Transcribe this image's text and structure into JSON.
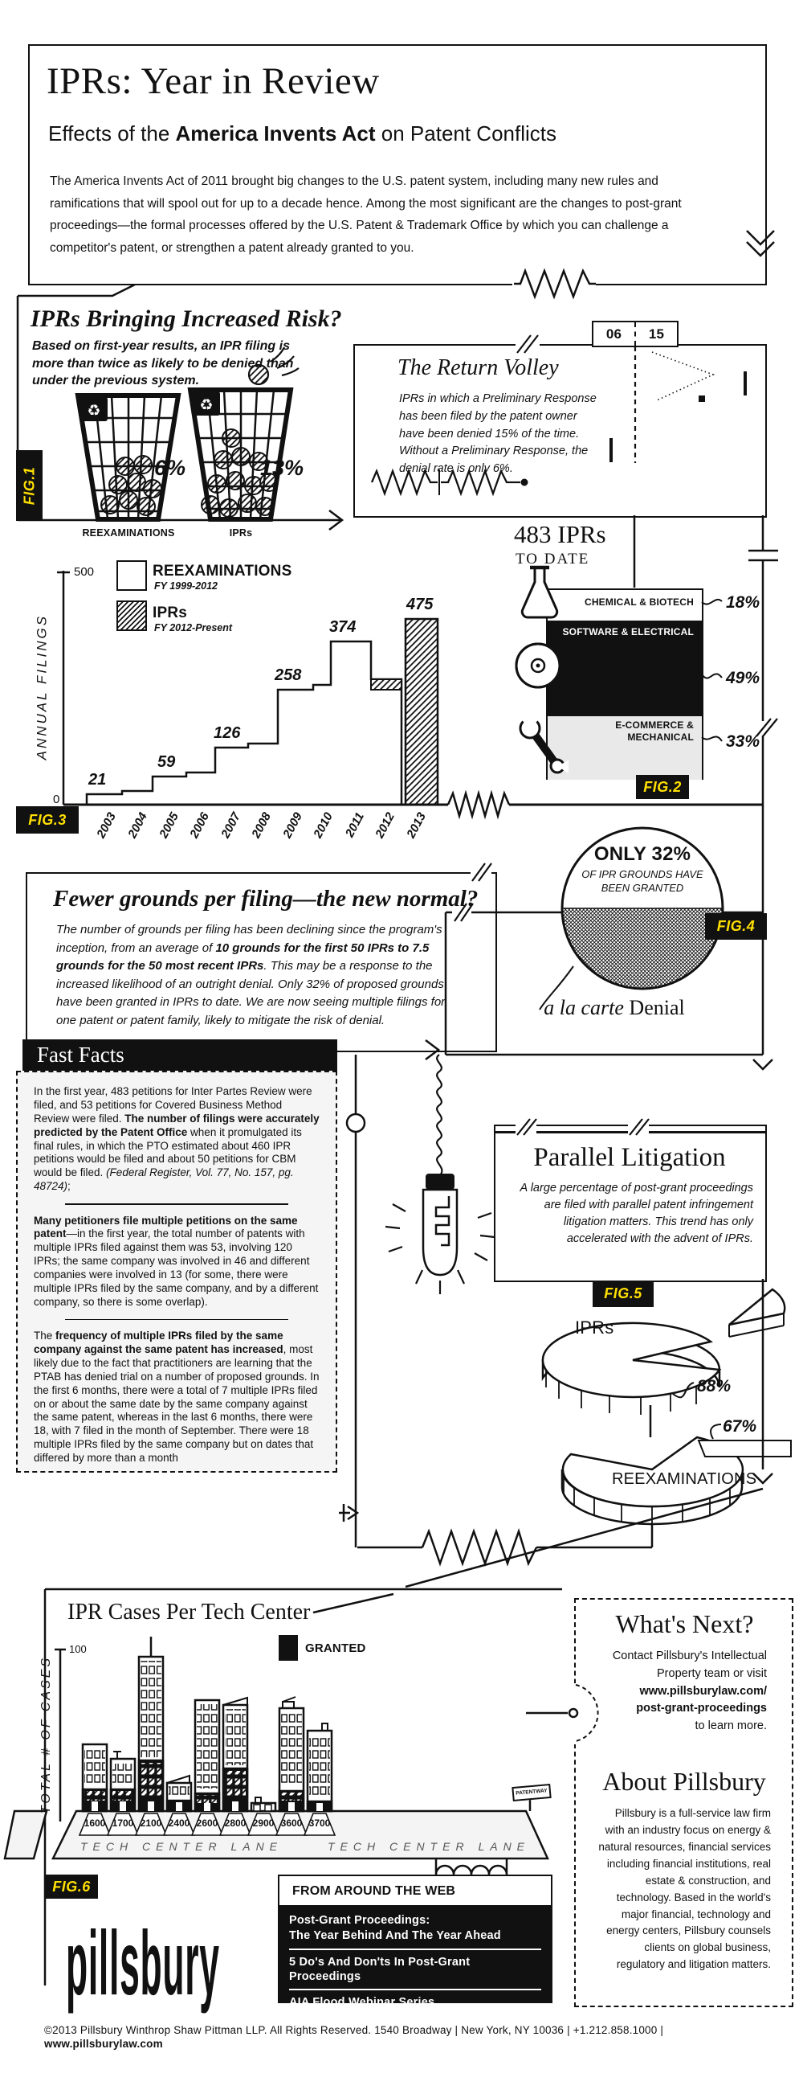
{
  "header": {
    "title": "IPRs: Year in Review",
    "subtitle": [
      {
        "t": "Effects of the "
      },
      {
        "t": "America Invents Act",
        "b": true
      },
      {
        "t": " on Patent Conflicts"
      }
    ],
    "intro": "The America Invents Act of 2011 brought big changes to the U.S. patent system, including many new rules and ramifications that will spool out for up to a decade hence. Among the most significant are the changes to post-grant proceedings—the formal processes offered by the U.S. Patent & Trademark Office by which you can challenge a competitor's patent, or strengthen a patent already granted to you."
  },
  "fig1": {
    "label": "FIG.1",
    "title": "IPRs Bringing Increased Risk?",
    "subtitle": "Based on first-year results, an IPR filing is more than twice as likely to be denied than under the previous system.",
    "reexam_pct": "6%",
    "ipr_pct": "13%",
    "cat1": "REEXAMINATIONS",
    "cat2": "IPRs"
  },
  "return_volley": {
    "title": "The Return Volley",
    "body": "IPRs in which a Preliminary Response has been filed by the patent owner have been denied 15% of the time. Without a Preliminary Response, the denial rate is only 6%.",
    "score_left": "06",
    "score_right": "15"
  },
  "fig2": {
    "label": "FIG.2",
    "title": "483 IPRs",
    "subtitle": "TO DATE",
    "rows": [
      {
        "name": "CHEMICAL  &  BIOTECH",
        "pct": "18%"
      },
      {
        "name": "SOFTWARE  &  ELECTRICAL",
        "pct": "49%"
      },
      {
        "name": "E-COMMERCE  &  MECHANICAL",
        "pct": "33%"
      }
    ]
  },
  "fig3": {
    "label": "FIG.3",
    "ylabel": "ANNUAL  FILINGS",
    "ymax": "500",
    "yzero": "0",
    "legend1": "REEXAMINATIONS",
    "legend1_sub": "FY 1999-2012",
    "legend2": "IPRs",
    "legend2_sub": "FY 2012-Present",
    "values": [
      "21",
      "59",
      "126",
      "258",
      "374",
      "475"
    ],
    "years": [
      "2003",
      "2004",
      "2005",
      "2006",
      "2007",
      "2008",
      "2009",
      "2010",
      "2011",
      "2012",
      "2013"
    ]
  },
  "fig4": {
    "label": "FIG.4",
    "line1": "ONLY 32%",
    "line2": "OF  IPR  GROUNDS  HAVE",
    "line3": "BEEN  GRANTED",
    "caption": [
      {
        "t": "a la carte",
        "i": true
      },
      {
        "t": " Denial"
      }
    ]
  },
  "new_normal": {
    "title": "Fewer grounds per filing—the new normal?",
    "body": [
      {
        "t": "The number of grounds per filing has been declining since the program's inception, from an average of ",
        "i": true
      },
      {
        "t": "10 grounds for the first 50 IPRs to 7.5 grounds for the 50 most recent IPRs",
        "b": true,
        "i": true
      },
      {
        "t": ". This may be a response to the increased likelihood of an outright denial. Only 32% of proposed grounds have been granted in IPRs to date. We are now seeing multiple filings for one patent or patent family, likely to mitigate the risk of denial.",
        "i": true
      }
    ]
  },
  "fast_facts": {
    "title": "Fast Facts",
    "p1": [
      {
        "t": "In the first year, 483 petitions for Inter Partes Review were filed, and 53 petitions for Covered Business Method Review were filed. "
      },
      {
        "t": "The number of filings were accurately predicted by the Patent Office",
        "b": true
      },
      {
        "t": " when it promulgated its final rules, in which the PTO estimated about 460 IPR petitions would be filed and about 50 petitions for CBM would be filed.  "
      },
      {
        "t": "(Federal Register, Vol. 77, No. 157, pg. 48724)",
        "i": true
      },
      {
        "t": ";"
      }
    ],
    "p2": [
      {
        "t": "Many petitioners file multiple petitions on the same patent",
        "b": true
      },
      {
        "t": "—in the first year, the total number of patents with multiple IPRs filed against them was 53, involving 120 IPRs; the same company was involved in 46 and different companies were involved in 13 (for some, there were multiple IPRs filed by the same company, and by a different company, so there is some overlap)."
      }
    ],
    "p3": [
      {
        "t": "The "
      },
      {
        "t": "frequency of multiple IPRs filed by the same company against the same patent has increased",
        "b": true
      },
      {
        "t": ", most likely due to the fact that practitioners are learning that the PTAB has denied trial on a number of proposed grounds. In the first 6 months, there were a total of 7 multiple IPRs filed on or about the same date by the same company against the same patent, whereas in the last 6 months, there were 18, with 7 filed in the month of September. There were 18 multiple IPRs filed by the same company but on dates that differed by more than a month"
      }
    ]
  },
  "parallel": {
    "title": "Parallel Litigation",
    "body": "A large percentage of post-grant proceedings are filed with parallel patent infringement litigation matters. This trend has only accelerated with the advent of IPRs.",
    "fig5_label": "FIG.5",
    "pie1_label": "IPRs",
    "pie1_pct": "88%",
    "pie2_label": "REEXAMINATIONS",
    "pie2_pct": "67%"
  },
  "fig6": {
    "label": "FIG.6",
    "title": "IPR Cases Per Tech Center",
    "legend": "GRANTED",
    "ylabel": "TOTAL  #  OF  CASES",
    "ymax": "100",
    "centers": [
      "1600",
      "1700",
      "2100",
      "2400",
      "2600",
      "2800",
      "2900",
      "3600",
      "3700"
    ],
    "lane1": "TECH CENTER LANE",
    "lane2": "TECH CENTER LANE",
    "sign": "PATENTWAY"
  },
  "whats_next": {
    "title": "What's Next?",
    "body": [
      {
        "t": "Contact Pillsbury's Intellectual"
      },
      {
        "brk": true
      },
      {
        "t": "Property team or visit"
      },
      {
        "brk": true
      },
      {
        "t": "www.pillsburylaw.com/",
        "b": true
      },
      {
        "brk": true
      },
      {
        "t": "post-grant-proceedings",
        "b": true
      },
      {
        "brk": true
      },
      {
        "t": "to learn more."
      }
    ]
  },
  "about": {
    "title": "About Pillsbury",
    "body": "Pillsbury is a full-service law firm with an industry focus on energy & natural resources, financial services including financial institutions, real estate & construction, and technology. Based in the world's major financial, technology and energy centers, Pillsbury counsels clients on global business, regulatory and litigation matters."
  },
  "from_web": {
    "header": "FROM AROUND THE WEB",
    "items": [
      {
        "t1": "Post-Grant Proceedings:",
        "t2": "The Year Behind And The Year Ahead"
      },
      {
        "t1": "5 Do's And Don'ts In Post-Grant Proceedings"
      },
      {
        "t1": "AIA Flood Webinar Series"
      }
    ]
  },
  "logo": "pillsbury",
  "footer": [
    {
      "t": "©2013 Pillsbury Winthrop Shaw Pittman LLP. All Rights Reserved. 1540 Broadway | New York, NY 10036 | +1.212.858.1000 | "
    },
    {
      "t": "www.pillsburylaw.com",
      "b": true
    }
  ],
  "colors": {
    "ink": "#111111",
    "fig_label_yellow": "#ffdf00",
    "light_gray": "#f4f4f4"
  },
  "chart_data": [
    {
      "id": "fig1",
      "type": "bar",
      "title": "IPRs Bringing Increased Risk? (denial rates)",
      "categories": [
        "REEXAMINATIONS",
        "IPRs"
      ],
      "values": [
        6,
        13
      ],
      "unit": "%"
    },
    {
      "id": "fig2",
      "type": "bar",
      "title": "483 IPRs TO DATE (stacked composition)",
      "categories": [
        "CHEMICAL & BIOTECH",
        "SOFTWARE & ELECTRICAL",
        "E-COMMERCE & MECHANICAL"
      ],
      "values": [
        18,
        49,
        33
      ],
      "unit": "%",
      "total": 483
    },
    {
      "id": "fig3",
      "type": "area",
      "title": "ANNUAL FILINGS",
      "xlabel": "Fiscal Year",
      "ylabel": "ANNUAL FILINGS",
      "ylim": [
        0,
        500
      ],
      "x": [
        2003,
        2004,
        2005,
        2006,
        2007,
        2008,
        2009,
        2010,
        2011,
        2012,
        2013
      ],
      "series": [
        {
          "name": "REEXAMINATIONS FY 1999-2012",
          "values": [
            21,
            25,
            59,
            62,
            126,
            130,
            258,
            374,
            374,
            260,
            null
          ]
        },
        {
          "name": "IPRs FY 2012-Present",
          "values": [
            null,
            null,
            null,
            null,
            null,
            null,
            null,
            null,
            null,
            25,
            475
          ]
        }
      ],
      "labeled_values": [
        21,
        59,
        126,
        258,
        374,
        475
      ]
    },
    {
      "id": "fig4",
      "type": "pie",
      "title": "ONLY 32% OF IPR GROUNDS HAVE BEEN GRANTED",
      "categories": [
        "granted",
        "not granted"
      ],
      "values": [
        32,
        68
      ],
      "unit": "%",
      "caption": "a la carte Denial"
    },
    {
      "id": "fig5",
      "type": "pie",
      "title": "Parallel Litigation share of proceedings",
      "pies": [
        {
          "label": "IPRs",
          "values": [
            88,
            12
          ],
          "unit": "%"
        },
        {
          "label": "REEXAMINATIONS",
          "values": [
            67,
            33
          ],
          "unit": "%"
        }
      ]
    },
    {
      "id": "fig6",
      "type": "bar",
      "title": "IPR Cases Per Tech Center",
      "ylabel": "TOTAL # OF CASES",
      "ylim": [
        0,
        100
      ],
      "categories": [
        "1600",
        "1700",
        "2100",
        "2400",
        "2600",
        "2800",
        "2900",
        "3600",
        "3700"
      ],
      "series": [
        {
          "name": "total cases (building height)",
          "values": [
            41,
            32,
            95,
            17,
            68,
            65,
            5,
            63,
            50
          ]
        },
        {
          "name": "GRANTED (black portion)",
          "values": [
            13,
            13,
            32,
            7,
            11,
            27,
            2,
            12,
            6
          ]
        }
      ],
      "legend": [
        "GRANTED"
      ]
    }
  ]
}
